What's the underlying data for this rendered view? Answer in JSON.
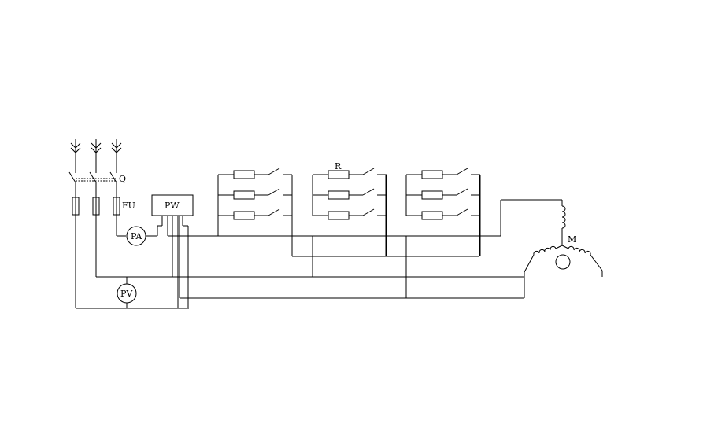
{
  "diagram": {
    "labels": {
      "switch": "Q",
      "fuse": "FU",
      "power_meter": "PW",
      "ammeter": "PA",
      "voltmeter": "PV",
      "resistor": "R",
      "motor": "M"
    },
    "colors": {
      "stroke": "#000000",
      "background": "#ffffff"
    },
    "components": {
      "supply_arrows": 3,
      "fuses": 3,
      "resistor_banks": 3,
      "resistors_per_bank": 3
    }
  }
}
